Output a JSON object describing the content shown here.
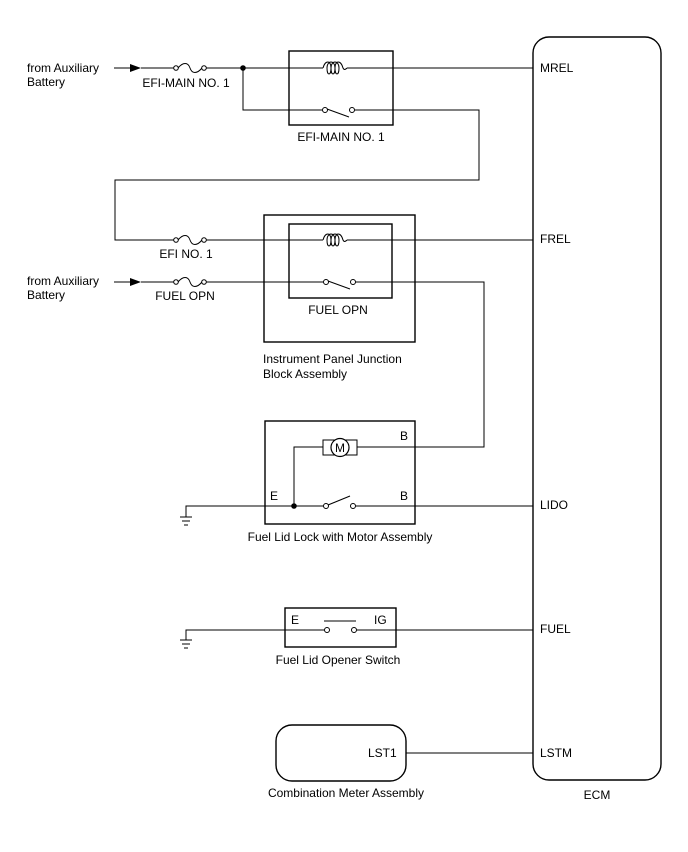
{
  "sources": {
    "top": [
      "from Auxiliary",
      "Battery"
    ],
    "mid": [
      "from Auxiliary",
      "Battery"
    ]
  },
  "fuses": {
    "efi_main": "EFI-MAIN NO. 1",
    "efi_no1": "EFI NO. 1",
    "fuel_opn": "FUEL OPN"
  },
  "relays": {
    "efi_main": "EFI-MAIN NO. 1",
    "fuel_opn": "FUEL OPN"
  },
  "junction_block": [
    "Instrument Panel Junction",
    "Block Assembly"
  ],
  "fuel_lid_lock": {
    "name": "Fuel Lid Lock with Motor Assembly",
    "motor": "M",
    "pin_b_top": "B",
    "pin_e": "E",
    "pin_b_bottom": "B"
  },
  "opener_switch": {
    "name": "Fuel Lid Opener Switch",
    "pin_e": "E",
    "pin_ig": "IG"
  },
  "combination_meter": {
    "name": "Combination Meter Assembly",
    "pin": "LST1"
  },
  "ecm": {
    "name": "ECM",
    "pins": {
      "mrel": "MREL",
      "frel": "FREL",
      "lido": "LIDO",
      "fuel": "FUEL",
      "lstm": "LSTM"
    }
  }
}
